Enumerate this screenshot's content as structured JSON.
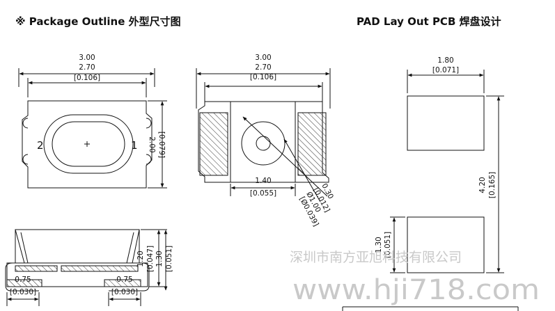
{
  "header": {
    "left_title": "※  Package Outline  外型尺寸图",
    "right_title": "PAD Lay Out PCB  焊盘设计"
  },
  "top_view": {
    "width_dim": "3.00",
    "inner_dim": "2.70",
    "inner_dim_in": "[0.106]",
    "height_dim": "2.00",
    "height_dim_in": "[0.079]",
    "pin_left": "2",
    "pin_right": "1"
  },
  "bottom_view": {
    "width_dim": "3.00",
    "inner_dim": "2.70",
    "inner_dim_in": "[0.106]",
    "pad_dim": "1.40",
    "pad_dim_in": "[0.055]",
    "lens_dim_a": "0.30",
    "lens_dim_a_in": "[0.012]",
    "lens_dim_b": "Ø1.00",
    "lens_dim_b_in": "[Ø0.039]"
  },
  "side_view": {
    "height_a": "1.20",
    "height_a_in": "[0.047]",
    "height_b": "1.30",
    "height_b_in": "[0.051]",
    "pad_left": "0.75",
    "pad_left_in": "[0.030]",
    "pad_right": "0.75",
    "pad_right_in": "[0.030]"
  },
  "pcb": {
    "pad_width": "1.80",
    "pad_width_in": "[0.071]",
    "span": "4.20",
    "span_in": "[0.165]",
    "pad_height": "1.30",
    "pad_height_in": "[0.051]"
  },
  "watermark": {
    "company": "深圳市南方亚旭科技有限公司",
    "url": "www.hji718.com"
  },
  "colors": {
    "line": "#111111",
    "hatch": "#333333",
    "watermark": "#c9c9c9"
  }
}
